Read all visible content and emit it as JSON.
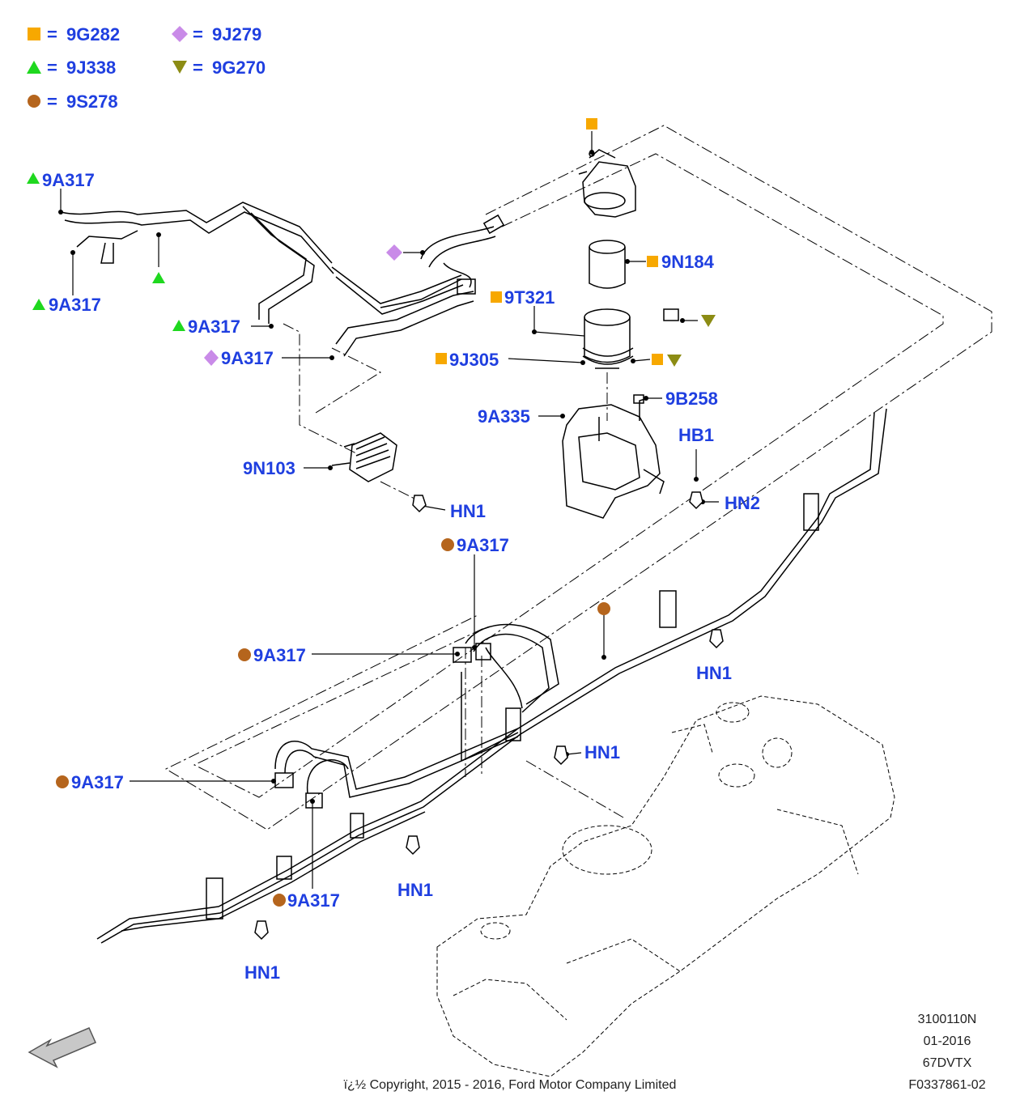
{
  "colors": {
    "label": "#1f3fe0",
    "line": "#000000",
    "square": "#f7a800",
    "diamond": "#c98be8",
    "tri_up": "#1fd81f",
    "tri_down": "#8c8c14",
    "circle": "#b5651d"
  },
  "legend": [
    {
      "symbol": "square",
      "code": "9G282"
    },
    {
      "symbol": "diamond",
      "code": "9J279"
    },
    {
      "symbol": "tri_up",
      "code": "9J338"
    },
    {
      "symbol": "tri_down",
      "code": "9G270"
    },
    {
      "symbol": "circle",
      "code": "9S278"
    }
  ],
  "legend_separator": "=",
  "callouts": [
    {
      "text": "9A317",
      "symbol": "tri_up"
    },
    {
      "text": "9A317",
      "symbol": "tri_up"
    },
    {
      "text": "9A317",
      "symbol": "tri_up"
    },
    {
      "text": "9A317",
      "symbol": "diamond"
    },
    {
      "text": "9N103",
      "symbol": ""
    },
    {
      "text": "HN1",
      "symbol": ""
    },
    {
      "text": "9N184",
      "symbol": "square"
    },
    {
      "text": "9T321",
      "symbol": "square"
    },
    {
      "text": "9J305",
      "symbol": "square"
    },
    {
      "text": "9A335",
      "symbol": ""
    },
    {
      "text": "9B258",
      "symbol": ""
    },
    {
      "text": "HB1",
      "symbol": ""
    },
    {
      "text": "HN2",
      "symbol": ""
    },
    {
      "text": "9A317",
      "symbol": "circle"
    },
    {
      "text": "9A317",
      "symbol": "circle"
    },
    {
      "text": "HN1",
      "symbol": ""
    },
    {
      "text": "HN1",
      "symbol": ""
    },
    {
      "text": "9A317",
      "symbol": "circle"
    },
    {
      "text": "HN1",
      "symbol": ""
    },
    {
      "text": "9A317",
      "symbol": "circle"
    },
    {
      "text": "HN1",
      "symbol": ""
    }
  ],
  "meta": {
    "illustration_id": "3100110N",
    "date": "01-2016",
    "model_code": "67DVTX",
    "figure_number": "F0337861-02",
    "copyright": "ï¿½ Copyright, 2015 - 2016, Ford Motor Company Limited"
  }
}
